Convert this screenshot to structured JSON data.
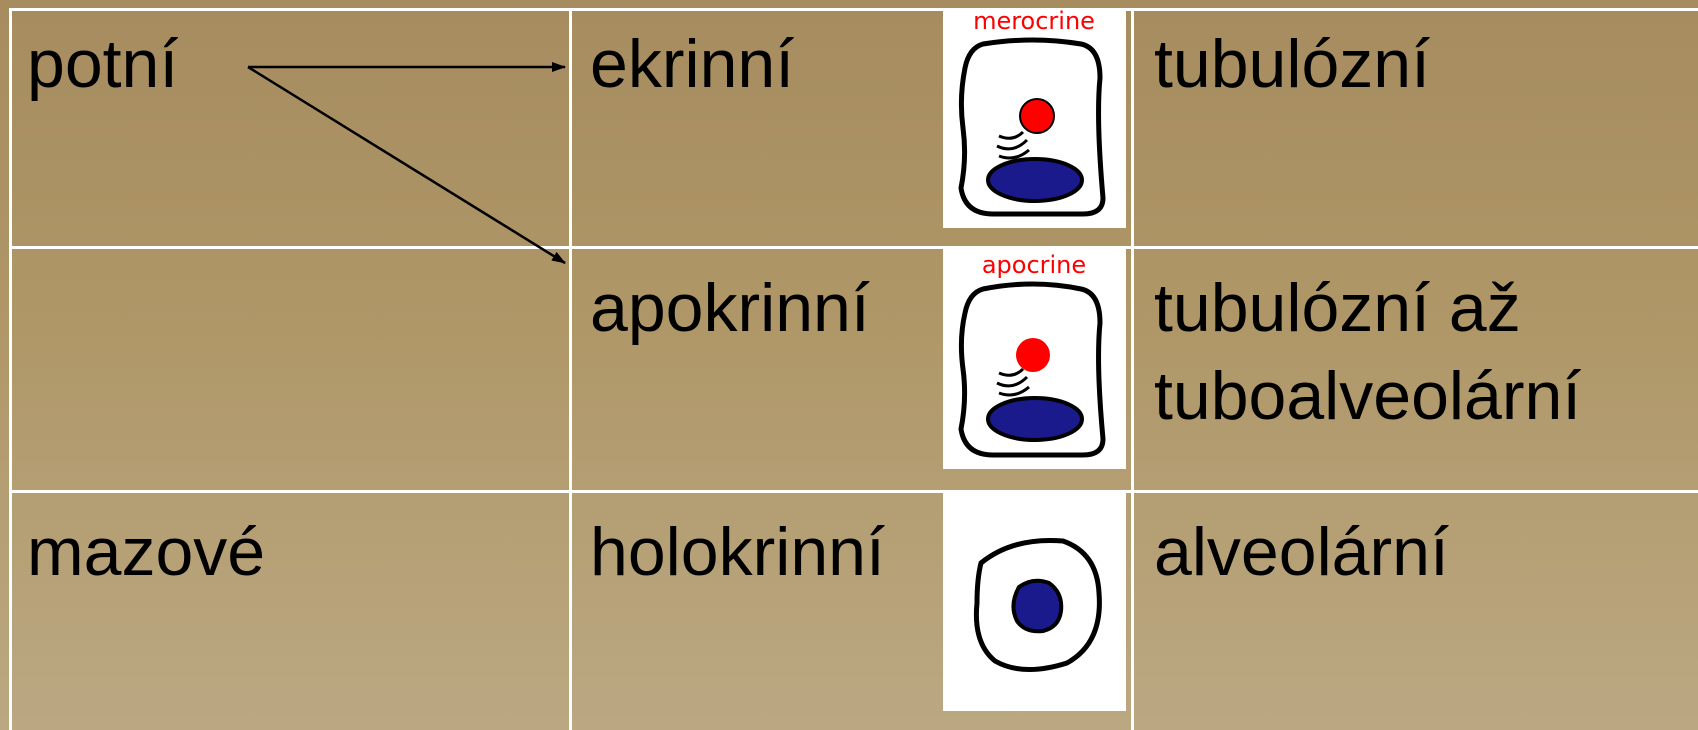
{
  "table": {
    "rows": [
      {
        "gland": "potní",
        "secretion": "ekrinní",
        "image_caption": "merocrine",
        "shape": "tubulózní",
        "shape_line2": ""
      },
      {
        "gland": "",
        "secretion": "apokrinní",
        "image_caption": "apocrine",
        "shape": "tubulózní až",
        "shape_line2": "tuboalveolární"
      },
      {
        "gland": "mazové",
        "secretion": "holokrinní",
        "image_caption": "",
        "shape": "alveolární",
        "shape_line2": ""
      }
    ]
  },
  "colors": {
    "background_top": "#a68c5f",
    "background_bottom": "#bba882",
    "grid_lines": "#ffffff",
    "text": "#000000",
    "caption": "#ff0000",
    "secretory_granule": "#ff0000",
    "nucleus": "#1a1a8c"
  },
  "icons": {
    "merocrine_cell": "merocrine-cell-icon",
    "apocrine_cell": "apocrine-cell-icon",
    "holocrine_cell": "holocrine-cell-icon"
  }
}
